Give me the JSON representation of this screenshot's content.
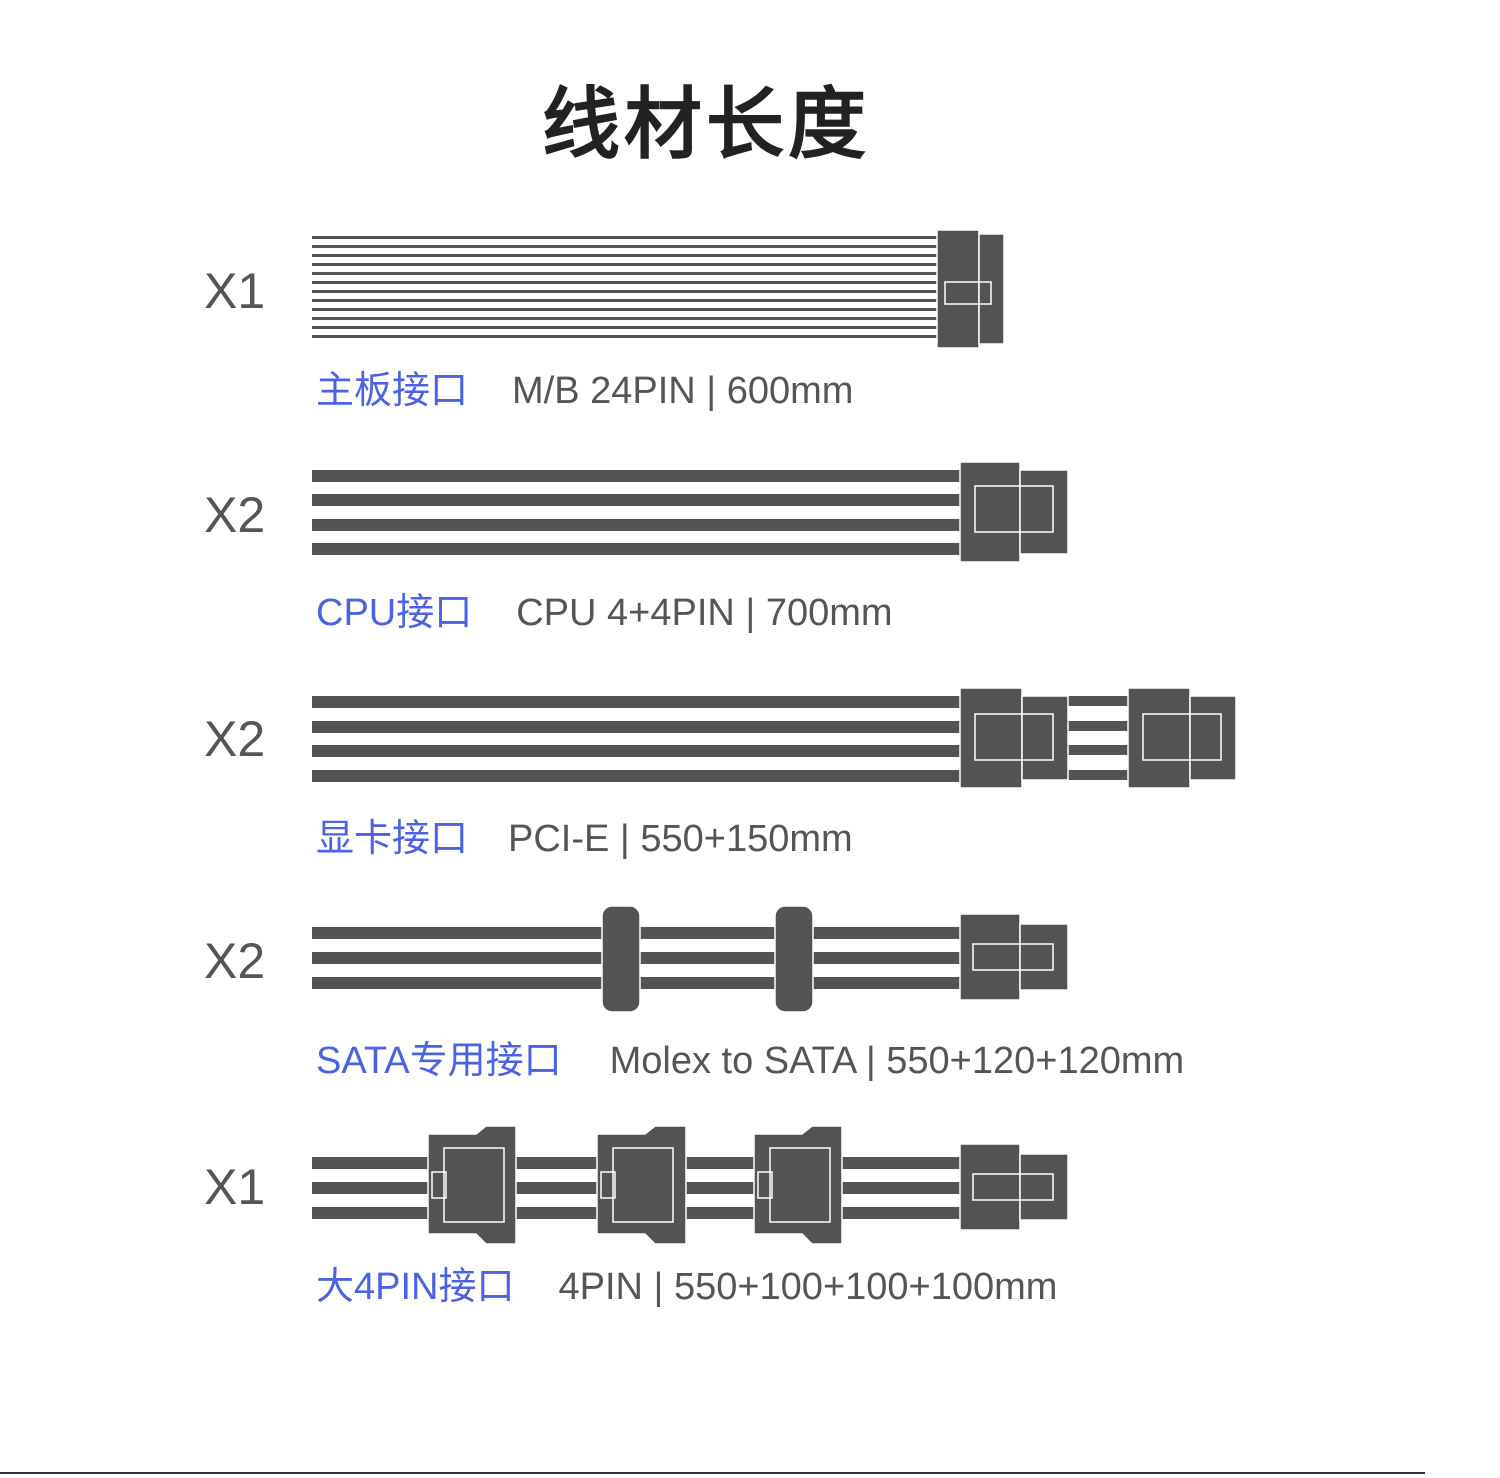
{
  "title": "线材长度",
  "colors": {
    "cable": "#535353",
    "accent": "#4a63e6",
    "text": "#555555"
  },
  "rows": [
    {
      "qty": "X1",
      "name": "主板接口",
      "spec": "M/B 24PIN | 600mm"
    },
    {
      "qty": "X2",
      "name": "CPU接口",
      "spec": "CPU 4+4PIN | 700mm"
    },
    {
      "qty": "X2",
      "name": "显卡接口",
      "spec": "PCI-E | 550+150mm"
    },
    {
      "qty": "X2",
      "name": "SATA专用接口",
      "spec": "Molex to SATA | 550+120+120mm"
    },
    {
      "qty": "X1",
      "name": "大4PIN接口",
      "spec": "4PIN | 550+100+100+100mm"
    }
  ]
}
